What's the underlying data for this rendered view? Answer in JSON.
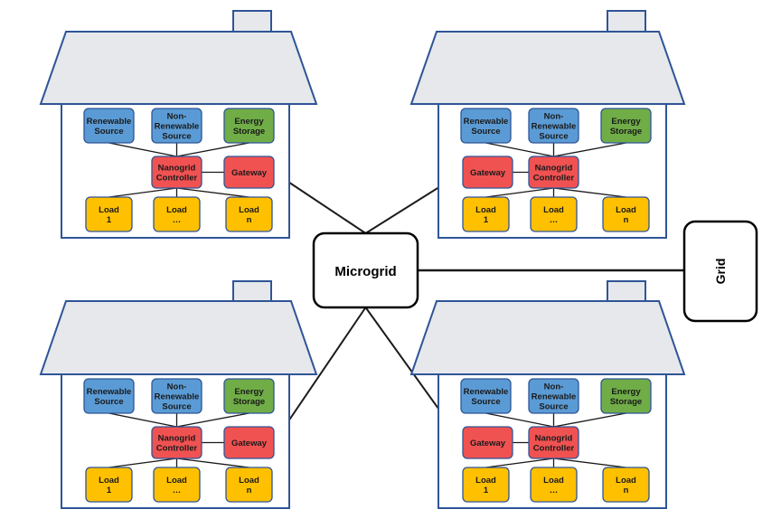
{
  "center": {
    "label": "Microgrid"
  },
  "grid": {
    "label": "Grid"
  },
  "house_template": {
    "renewable": [
      "Renewable",
      "Source"
    ],
    "nonrenewable": [
      "Non-",
      "Renewable",
      "Source"
    ],
    "storage": [
      "Energy",
      "Storage"
    ],
    "controller": [
      "Nanogrid",
      "Controller"
    ],
    "gateway": [
      "Gateway"
    ],
    "loads": [
      [
        "Load",
        "1"
      ],
      [
        "Load",
        "…"
      ],
      [
        "Load",
        "n"
      ]
    ]
  },
  "houses": [
    {
      "id": "house-top-left",
      "gateway_side": "right"
    },
    {
      "id": "house-top-right",
      "gateway_side": "left"
    },
    {
      "id": "house-bottom-left",
      "gateway_side": "right"
    },
    {
      "id": "house-bottom-right",
      "gateway_side": "left"
    }
  ],
  "colors": {
    "roof_fill": "#e6e8ec",
    "outline": "#2f5597",
    "renewable": "#5b9bd5",
    "nonrenewable": "#5b9bd5",
    "storage": "#70ad47",
    "controller": "#f05252",
    "gateway": "#f05252",
    "load": "#ffc000",
    "line": "#1a1a1a"
  }
}
